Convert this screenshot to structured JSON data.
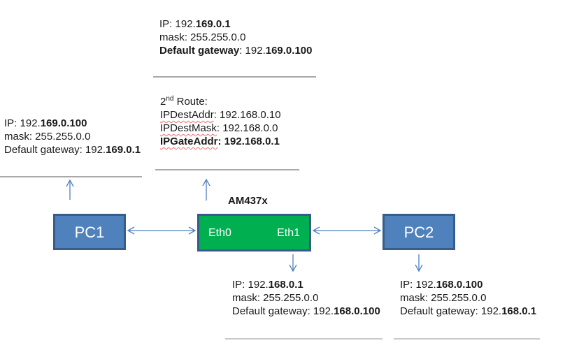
{
  "colors": {
    "pc_fill": "#4F81BD",
    "pc_border": "#385D8A",
    "router_fill": "#00B050",
    "router_border": "#3A5A8C",
    "arrow": "#4F81BD",
    "divider_light": "#A9A9A9",
    "divider_bottom": "#C9C9C9",
    "squiggle": "#F26D6D"
  },
  "diagram": {
    "router_title": "AM437x",
    "nodes": {
      "pc1": "PC1",
      "pc2": "PC2",
      "eth0": "Eth0",
      "eth1": "Eth1"
    }
  },
  "blocks": {
    "eth0_config": {
      "ip_prefix": "IP: 192.",
      "ip_bold": "169.0.1",
      "mask": "mask: 255.255.0.0",
      "gw_bold_label": "Default gateway",
      "gw_mid": ": 192.",
      "gw_bold_value": "169.0.100"
    },
    "second_route": {
      "title_num": "2",
      "title_sup": "nd",
      "title_rest": " Route:",
      "dest_addr_label": "IPDestAddr",
      "dest_addr_value": ": 192.168.0.10",
      "dest_mask_label": "IPDestMask",
      "dest_mask_value": ": 192.168.0.0",
      "gate_addr_label": "IPGateAddr",
      "gate_addr_value": ": 192.168.0.1"
    },
    "pc1_config": {
      "ip_prefix": "IP: 192.",
      "ip_bold": "169.0.100",
      "mask": "mask: 255.255.0.0",
      "gw_prefix": "Default gateway: 192.",
      "gw_bold": "169.0.1"
    },
    "eth1_config": {
      "ip_prefix": "IP: 192.",
      "ip_bold": "168.0.1",
      "mask": "mask: 255.255.0.0",
      "gw_prefix": "Default gateway: 192.",
      "gw_bold": "168.0.100"
    },
    "pc2_config": {
      "ip_prefix": "IP: 192.",
      "ip_bold": "168.0.100",
      "mask": "mask: 255.255.0.0",
      "gw_prefix": "Default gateway: 192.",
      "gw_bold": "168.0.1"
    }
  }
}
